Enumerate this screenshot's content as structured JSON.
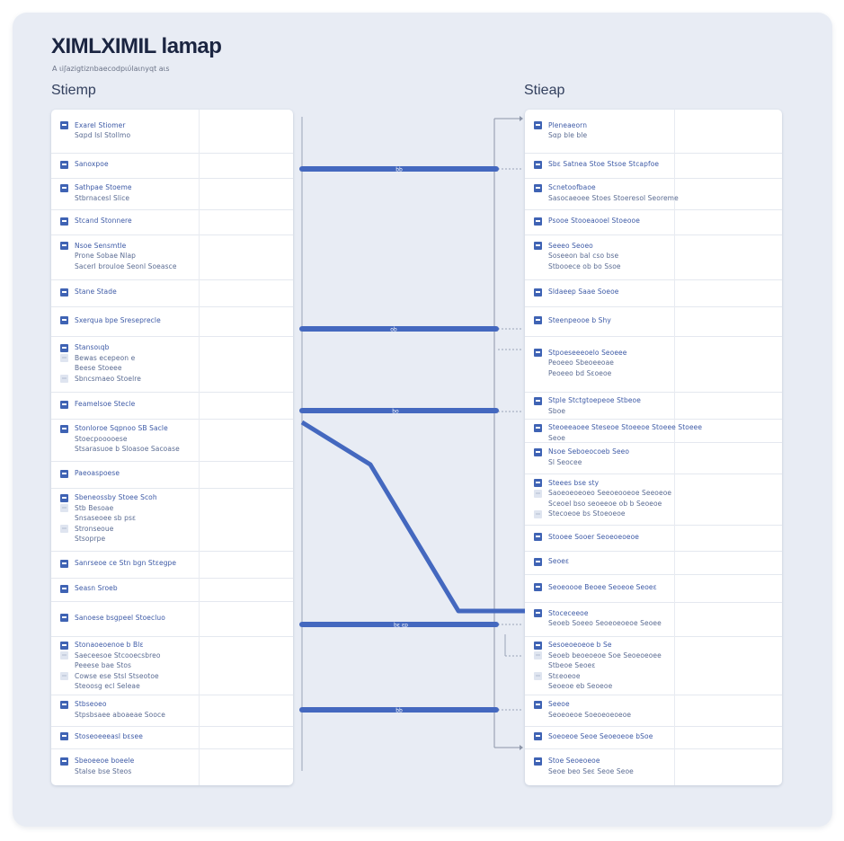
{
  "title": "XIMLXIMIL lamap",
  "subtitle": "A ιiʃazigtiznbaecodpιύlaιnyqt aιs",
  "left_heading": "Stiemp",
  "right_heading": "Stieap",
  "left_rows": [
    {
      "lines": [
        "Exarel Stiomer",
        "Sαpd Isl Stollmo"
      ]
    },
    {
      "lines": [
        "Sanoxpoe"
      ]
    },
    {
      "lines": [
        "Sathpae Stoeme",
        "Stbrnacesl Slice"
      ]
    },
    {
      "lines": [
        "Stcand Stonnere"
      ]
    },
    {
      "lines": [
        "Nsoe Sensmtle",
        "Prone Sobae Nlap",
        "Sacerl brouloe Seonl Soeasce"
      ]
    },
    {
      "lines": [
        "Stane Stade"
      ]
    },
    {
      "lines": [
        "Sxerqua bpe Sreseprecle"
      ]
    },
    {
      "lines": [
        "Stansoιqb",
        "Bewas ecepeon e",
        "Beese Stoeee",
        "Sbncsmaeo Stoelre"
      ]
    },
    {
      "lines": [
        "Feamelsoe Stecle"
      ]
    },
    {
      "lines": [
        "Stonloroe Sqpnoo SB Sacle",
        "Stoecpooooese",
        "Stsarasuoe b Sloasoe Sacoase"
      ]
    },
    {
      "lines": [
        "Paeoaspoese"
      ]
    },
    {
      "lines": [
        "Sbeneossby Stoee Scoh",
        "Stb Besoae",
        "Snsaseoee sb psε",
        "Stronseoue",
        "Stsoprpe"
      ]
    },
    {
      "lines": [
        "Sanrseoe ce Stn bgn Stεegpe"
      ]
    },
    {
      "lines": [
        "Seasn Sroeb"
      ]
    },
    {
      "lines": [
        "Sanoese bsgpeel Stoecluo"
      ]
    },
    {
      "lines": [
        "Stonaoeoenoe b Blε",
        "Saeceesoe Stcooecsbreo",
        "Peeese bae Stos",
        "Cowse ese Stsl Stseotoe",
        "Steoosg ecl Seleae"
      ]
    },
    {
      "lines": [
        "Stbseoeo",
        "Stpsbsaee aboaeae Sooce"
      ]
    },
    {
      "lines": [
        "Stoseoeeeasl bεsee"
      ]
    },
    {
      "lines": [
        "Sbeoeeoe boeele",
        "Stalse bse Steos"
      ]
    }
  ],
  "right_rows": [
    {
      "lines": [
        "Pleneaeorn",
        "Sαp ble ble"
      ]
    },
    {
      "lines": [
        "Sbε Satnea Stoe Stsoe Stcapfoe"
      ]
    },
    {
      "lines": [
        "Scnetοofbaoe",
        "Sasocaeoee Stoes Stoeresol Seoreme"
      ]
    },
    {
      "lines": [
        "Psooe Stooeaooel Stoeooe"
      ]
    },
    {
      "lines": [
        "Seeeo Seoeo",
        "Soseeon bal cso bse",
        "Stbooece ob bo Ssoe"
      ]
    },
    {
      "lines": [
        "Sldaeep Saae Soeoe"
      ]
    },
    {
      "lines": [
        "Steenpeooe b Shy"
      ]
    },
    {
      "lines": [
        "Stpoeseeeoelo Seoeee",
        "Peoeeo Sbeoeeoae",
        "Peoeeo bd Sεoeoe"
      ]
    },
    {
      "lines": [
        "Stple Stctgtoepeoe Stbeoe",
        "Sboe"
      ]
    },
    {
      "lines": [
        "Steoeeaoee Steseoe Stoeeoe Stoeee Stoeee",
        "Seoe"
      ]
    },
    {
      "lines": [
        "Nsoe Seboeocoeb Seeo",
        "Sl Seocee"
      ]
    },
    {
      "lines": [
        "Steees bse sty",
        "Saoeoeoeoeo Seeoeooeoe Seeoeoe",
        "Sceoel bso seoeeoe ob b Seoeoe",
        "Stecoeoe bs Stoeoeoe"
      ]
    },
    {
      "lines": [
        "Stooee Sοoer Seoeoeoeoe"
      ]
    },
    {
      "lines": [
        "Seoeε"
      ]
    },
    {
      "lines": [
        "Seoeoooe Beoee Seoeoe Seoeε"
      ]
    },
    {
      "lines": [
        "Stoceceeoe",
        "Seoeb Soeeo Seoeoeoeoe Seoee"
      ]
    },
    {
      "lines": [
        "Sesoeoeoeoe b Se",
        "Seoeb beoeoeoe Soe Seoeoeoee",
        "Stbeoe Seoeε",
        "Stεeoeoe",
        "Seoeoe eb Seoeoe"
      ]
    },
    {
      "lines": [
        "Seeoe",
        "Seoeoeoe Soeoeoeoeoe"
      ]
    },
    {
      "lines": [
        "Soeoeoe Seoe Seoeoeoe bSoe"
      ]
    },
    {
      "lines": [
        "Stoe Seoeoeoe",
        "Seoe beo Seε Seoe Seoe"
      ]
    }
  ],
  "connector_labels": [
    "bb",
    "ob",
    "bo",
    "bε εp",
    "bb"
  ],
  "colors": {
    "accent": "#3f63b4",
    "panel": "#ffffff",
    "board": "#e8ecf4"
  }
}
